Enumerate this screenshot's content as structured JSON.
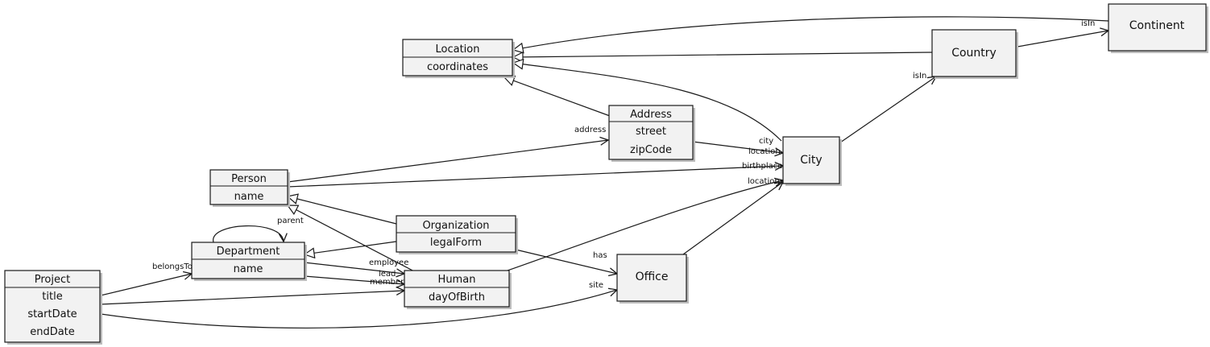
{
  "classes": {
    "location": {
      "name": "Location",
      "attrs": [
        "coordinates"
      ]
    },
    "address": {
      "name": "Address",
      "attrs": [
        "street",
        "zipCode"
      ]
    },
    "person": {
      "name": "Person",
      "attrs": [
        "name"
      ]
    },
    "organization": {
      "name": "Organization",
      "attrs": [
        "legalForm"
      ]
    },
    "department": {
      "name": "Department",
      "attrs": [
        "name"
      ]
    },
    "human": {
      "name": "Human",
      "attrs": [
        "dayOfBirth"
      ]
    },
    "project": {
      "name": "Project",
      "attrs": [
        "title",
        "startDate",
        "endDate"
      ]
    },
    "city": {
      "name": "City",
      "attrs": []
    },
    "country": {
      "name": "Country",
      "attrs": []
    },
    "continent": {
      "name": "Continent",
      "attrs": []
    },
    "office": {
      "name": "Office",
      "attrs": []
    }
  },
  "relations": {
    "continent_isin": "isIn",
    "country_isin": "isIn",
    "address": "address",
    "city": "city",
    "location_1": "location",
    "birthplace": "birthplace",
    "location_2": "location",
    "parent": "parent",
    "belongsTo": "belongsTo",
    "employee": "employee",
    "lead": "lead",
    "member": "member",
    "has": "has",
    "site": "site"
  }
}
